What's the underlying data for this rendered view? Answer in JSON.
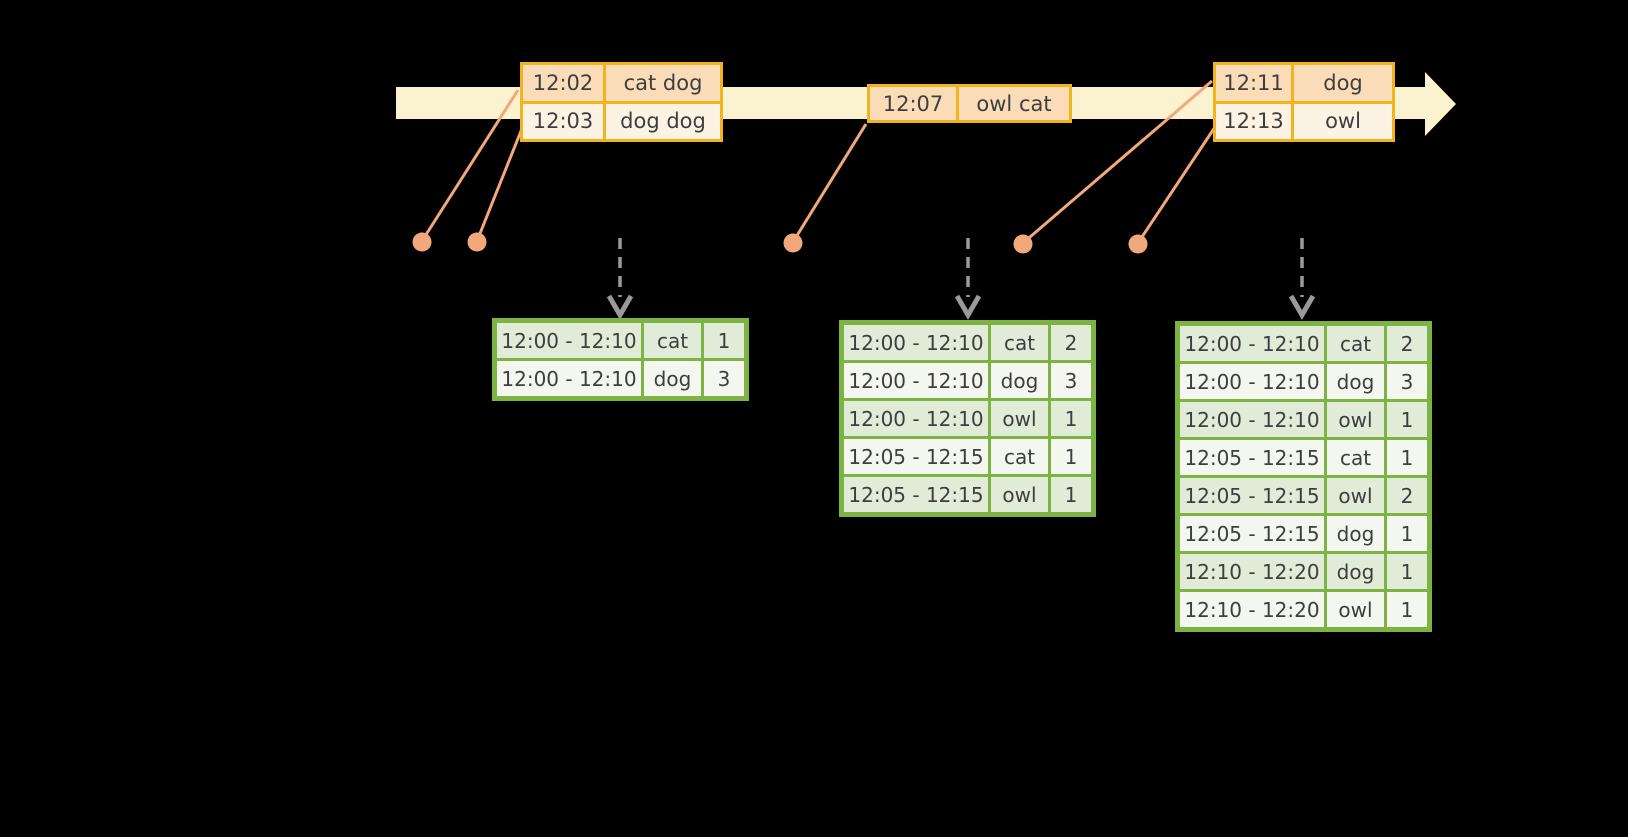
{
  "colors": {
    "background": "#000000",
    "timeline_fill": "#fbf2cf",
    "event_border": "#f2b41d",
    "event_row_peach": "#fadcb8",
    "event_row_cream": "#fdf3e4",
    "table_border": "#7db343",
    "table_row_green": "#e0ebd8",
    "table_row_white": "#f3f7ef",
    "text_color": "#3e3e3e",
    "dot_color": "#f1a97c",
    "dashed_arrow_color": "#9a9a9a"
  },
  "timeline": {
    "event_tables": [
      {
        "rows": [
          {
            "time": "12:02",
            "words": "cat dog"
          },
          {
            "time": "12:03",
            "words": "dog dog"
          }
        ]
      },
      {
        "rows": [
          {
            "time": "12:07",
            "words": "owl cat"
          }
        ]
      },
      {
        "rows": [
          {
            "time": "12:11",
            "words": "dog"
          },
          {
            "time": "12:13",
            "words": "owl"
          }
        ]
      }
    ]
  },
  "result_tables": [
    {
      "rows": [
        {
          "window": "12:00 - 12:10",
          "word": "cat",
          "count": "1"
        },
        {
          "window": "12:00 - 12:10",
          "word": "dog",
          "count": "3"
        }
      ]
    },
    {
      "rows": [
        {
          "window": "12:00 - 12:10",
          "word": "cat",
          "count": "2"
        },
        {
          "window": "12:00 - 12:10",
          "word": "dog",
          "count": "3"
        },
        {
          "window": "12:00 - 12:10",
          "word": "owl",
          "count": "1"
        },
        {
          "window": "12:05 - 12:15",
          "word": "cat",
          "count": "1"
        },
        {
          "window": "12:05 - 12:15",
          "word": "owl",
          "count": "1"
        }
      ]
    },
    {
      "rows": [
        {
          "window": "12:00 - 12:10",
          "word": "cat",
          "count": "2"
        },
        {
          "window": "12:00 - 12:10",
          "word": "dog",
          "count": "3"
        },
        {
          "window": "12:00 - 12:10",
          "word": "owl",
          "count": "1"
        },
        {
          "window": "12:05 - 12:15",
          "word": "cat",
          "count": "1"
        },
        {
          "window": "12:05 - 12:15",
          "word": "owl",
          "count": "2"
        },
        {
          "window": "12:05 - 12:15",
          "word": "dog",
          "count": "1"
        },
        {
          "window": "12:10 - 12:20",
          "word": "dog",
          "count": "1"
        },
        {
          "window": "12:10 - 12:20",
          "word": "owl",
          "count": "1"
        }
      ]
    }
  ]
}
